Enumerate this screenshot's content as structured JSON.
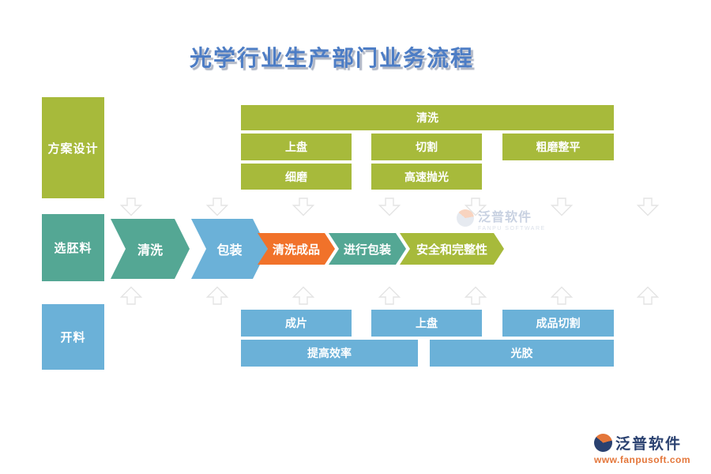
{
  "title": "光学行业生产部门业务流程",
  "colors": {
    "olive": "#a7ba3b",
    "teal": "#54a794",
    "blue": "#6bb1d8",
    "orange": "#f1722a",
    "title_blue": "#4d7dc5",
    "arrow_outline": "#e4e4e4",
    "watermark_navy": "#2a4170",
    "watermark_orange": "#e4763a"
  },
  "stages": {
    "design": {
      "label": "方案设计",
      "rows": [
        [
          "清洗"
        ],
        [
          "上盘",
          "切割",
          "粗磨整平"
        ],
        [
          "细磨",
          "高速抛光"
        ]
      ]
    },
    "select": {
      "label": "选胚料"
    },
    "cutting": {
      "label": "开料",
      "rows": [
        [
          "成片",
          "上盘",
          "成品切割"
        ],
        [
          "提高效率",
          "光胶"
        ]
      ]
    }
  },
  "flow": {
    "steps": [
      {
        "label": "清洗",
        "color": "teal"
      },
      {
        "label": "包装",
        "color": "blue"
      },
      {
        "label": "清洗成品",
        "color": "orange"
      },
      {
        "label": "进行包装",
        "color": "teal"
      },
      {
        "label": "安全和完整性",
        "color": "olive"
      }
    ]
  },
  "watermark_center": {
    "name": "泛普软件",
    "subtitle": "FANPU SOFTWARE"
  },
  "watermark_footer": {
    "name": "泛普软件",
    "url": "www.fanpusoft.com"
  }
}
